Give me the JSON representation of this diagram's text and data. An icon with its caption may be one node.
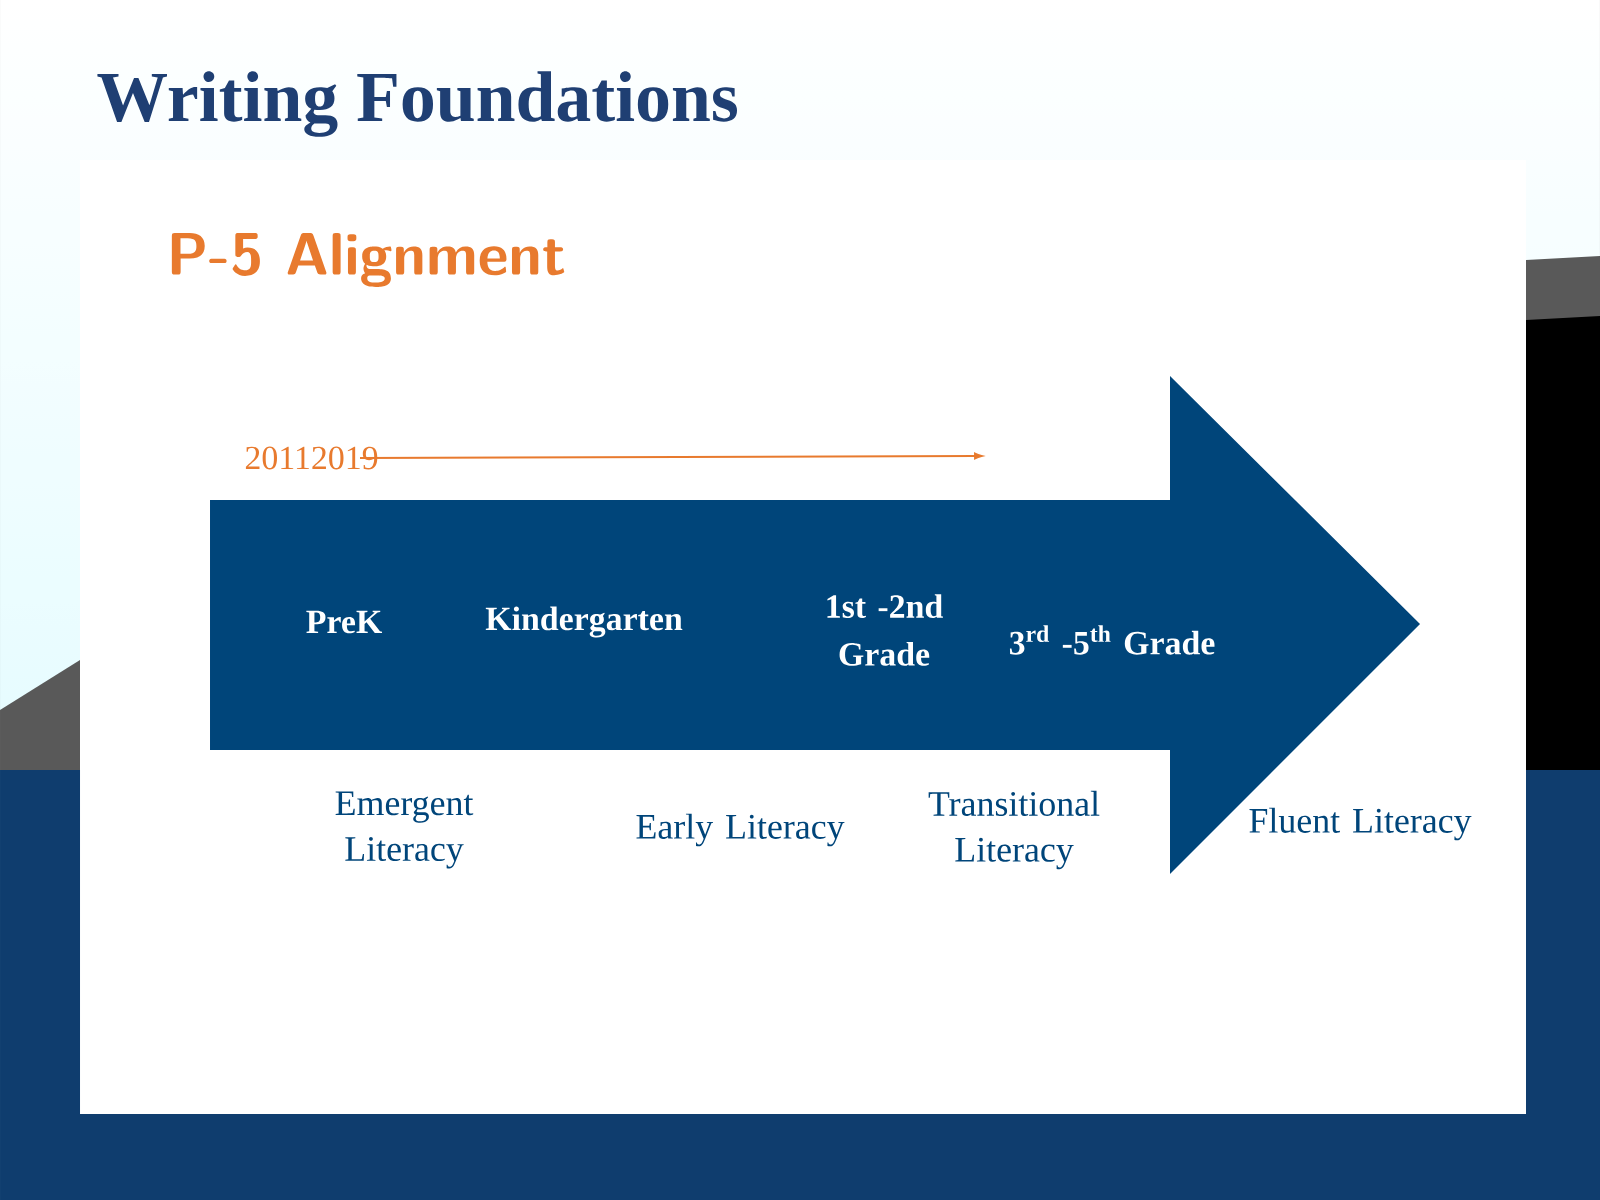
{
  "diagram": {
    "title": "Writing Foundations",
    "nodes": [
      {
        "text": [
          "PreK",
          "Kindergarten",
          "1st -2nd Grade",
          "3$^{rd}$ -5$^{th}$ Grade"
        ]
      }
    ],
    "labels": [
      "P-5 Alignment",
      "20112019",
      "Emergent Literacy",
      "Early Literacy",
      "Transitional Literacy",
      "Fluent Literacy"
    ]
  }
}
